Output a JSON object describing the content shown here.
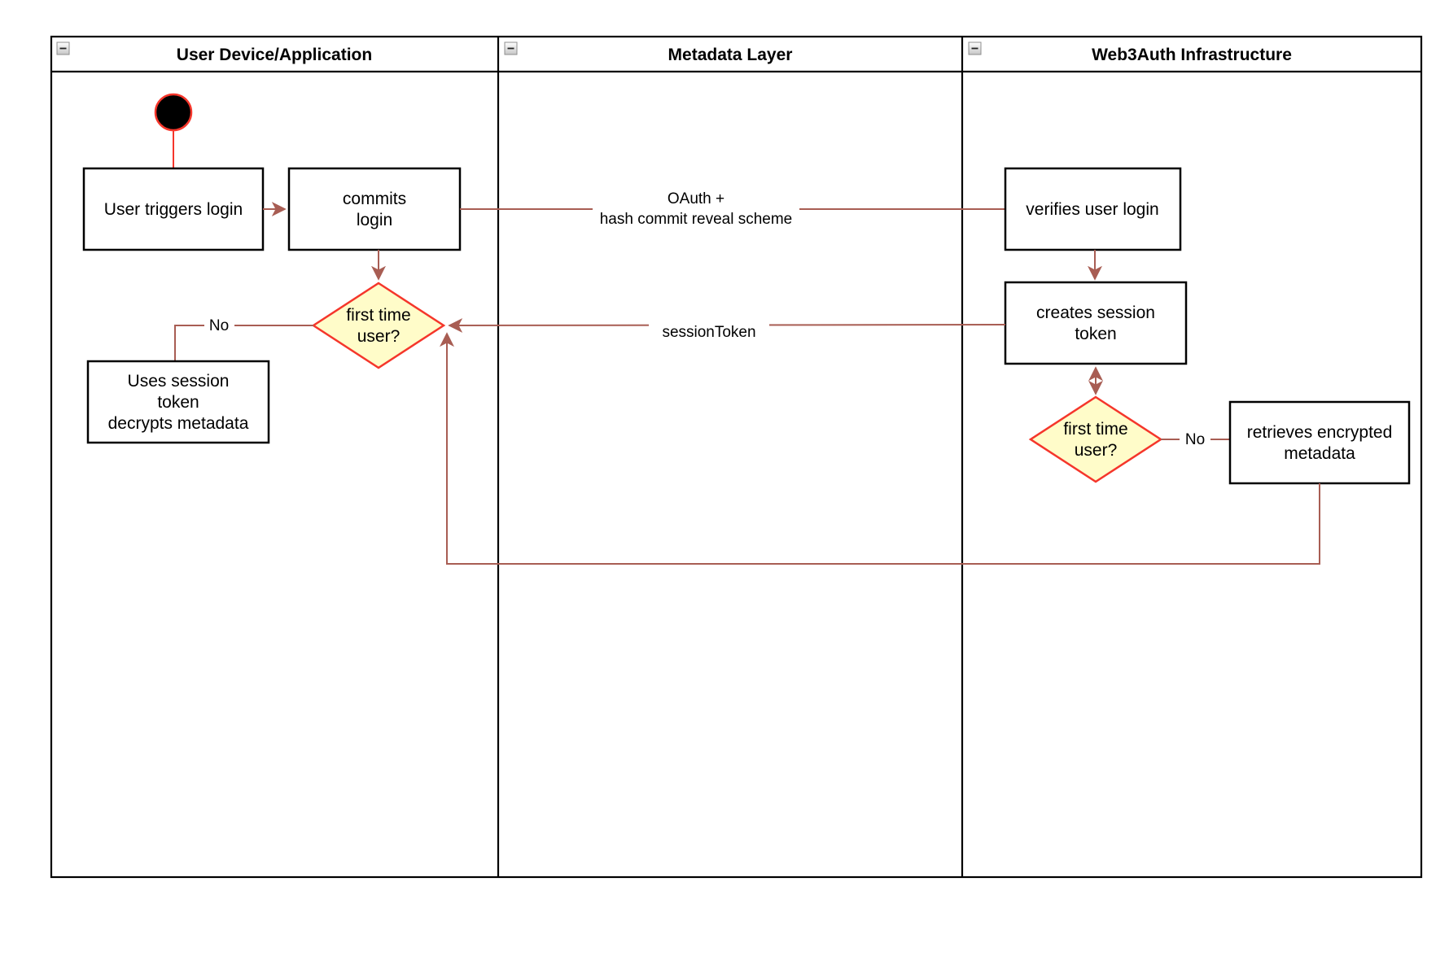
{
  "colors": {
    "edge": "#A85D53",
    "shape_red": "#F5362B",
    "diamond_fill": "#FFFCC9",
    "box_stroke": "#000000",
    "lane_border": "#000000",
    "label_bg": "#FFFFFF"
  },
  "icons": {
    "lane_collapse": "minus-icon"
  },
  "pool": {
    "lanes": [
      {
        "title": "User Device/Application"
      },
      {
        "title": "Metadata Layer"
      },
      {
        "title": "Web3Auth Infrastructure"
      }
    ]
  },
  "nodes": {
    "start": {
      "type": "initial-state"
    },
    "user_triggers_login": {
      "lines": [
        "User triggers login"
      ]
    },
    "commits_login": {
      "lines": [
        "commits",
        "login"
      ]
    },
    "decision_left": {
      "lines": [
        "first time",
        "user?"
      ]
    },
    "uses_session_token": {
      "lines": [
        "Uses session",
        "token",
        "decrypts metadata"
      ]
    },
    "verifies_user_login": {
      "lines": [
        "verifies user login"
      ]
    },
    "creates_session_token": {
      "lines": [
        "creates session",
        "token"
      ]
    },
    "decision_right": {
      "lines": [
        "first time",
        "user?"
      ]
    },
    "retrieves_encrypted_metadata": {
      "lines": [
        "retrieves encrypted",
        "metadata"
      ]
    }
  },
  "edges": {
    "oauth": {
      "label_lines": [
        "OAuth +",
        "hash commit reveal scheme"
      ]
    },
    "session_token": {
      "label": "sessionToken"
    },
    "no_left": {
      "label": "No"
    },
    "no_right": {
      "label": "No"
    }
  }
}
